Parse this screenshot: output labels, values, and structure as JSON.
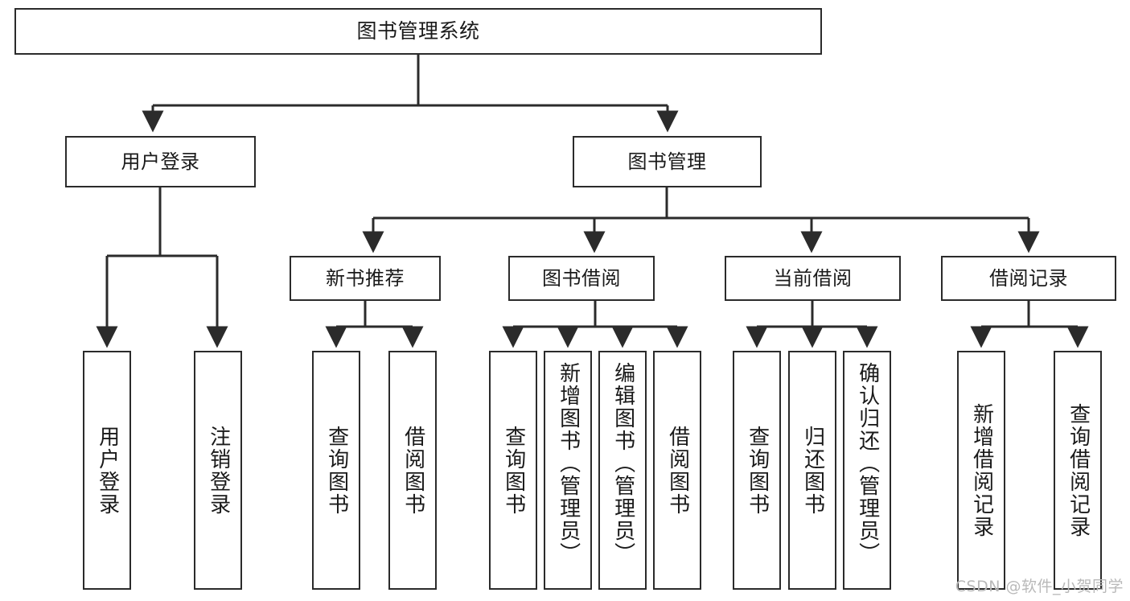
{
  "diagram": {
    "title": "图书管理系统",
    "type": "tree-functional-structure",
    "watermark": "CSDN @软件_小贺同学",
    "colors": {
      "stroke": "#2b2b2b",
      "fill": "#ffffff",
      "text": "#1a1a1a",
      "watermark": "#b9b9b9"
    }
  },
  "nodes": {
    "root": {
      "label": "图书管理系统"
    },
    "level2": [
      {
        "id": "user-login",
        "label": "用户登录"
      },
      {
        "id": "book-manage",
        "label": "图书管理"
      }
    ],
    "level3": [
      {
        "id": "new-book-recommend",
        "label": "新书推荐"
      },
      {
        "id": "book-borrow",
        "label": "图书借阅"
      },
      {
        "id": "current-borrow",
        "label": "当前借阅"
      },
      {
        "id": "borrow-record",
        "label": "借阅记录"
      }
    ],
    "leaves": {
      "user_login": [
        {
          "id": "leaf-user-login",
          "label": "用户登录"
        },
        {
          "id": "leaf-logout-login",
          "label": "注销登录"
        }
      ],
      "new_book_recommend": [
        {
          "id": "leaf-query-book-1",
          "label": "查询图书"
        },
        {
          "id": "leaf-borrow-book-1",
          "label": "借阅图书"
        }
      ],
      "book_borrow": [
        {
          "id": "leaf-query-book-2",
          "label": "查询图书"
        },
        {
          "id": "leaf-add-book",
          "label": "新增图书（管理员）"
        },
        {
          "id": "leaf-edit-book",
          "label": "编辑图书（管理员）"
        },
        {
          "id": "leaf-borrow-book-2",
          "label": "借阅图书"
        }
      ],
      "current_borrow": [
        {
          "id": "leaf-query-book-3",
          "label": "查询图书"
        },
        {
          "id": "leaf-return-book",
          "label": "归还图书"
        },
        {
          "id": "leaf-confirm-return",
          "label": "确认归还（管理员）"
        }
      ],
      "borrow_record": [
        {
          "id": "leaf-add-record",
          "label": "新增借阅记录"
        },
        {
          "id": "leaf-query-record",
          "label": "查询借阅记录"
        }
      ]
    }
  },
  "chart_data": {
    "type": "table",
    "title": "图书管理系统",
    "hierarchy": [
      {
        "label": "用户登录",
        "children": [
          "用户登录",
          "注销登录"
        ]
      },
      {
        "label": "图书管理",
        "children": [
          {
            "label": "新书推荐",
            "children": [
              "查询图书",
              "借阅图书"
            ]
          },
          {
            "label": "图书借阅",
            "children": [
              "查询图书",
              "新增图书（管理员）",
              "编辑图书（管理员）",
              "借阅图书"
            ]
          },
          {
            "label": "当前借阅",
            "children": [
              "查询图书",
              "归还图书",
              "确认归还（管理员）"
            ]
          },
          {
            "label": "借阅记录",
            "children": [
              "新增借阅记录",
              "查询借阅记录"
            ]
          }
        ]
      }
    ]
  }
}
